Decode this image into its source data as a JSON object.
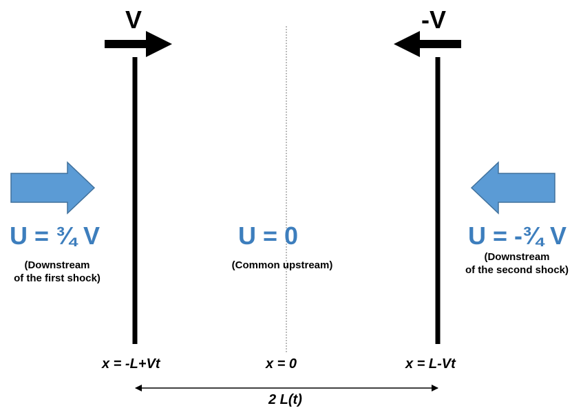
{
  "shocks": {
    "left": {
      "velocity_label": "V",
      "position_label": "x = -L+Vt"
    },
    "right": {
      "velocity_label": "-V",
      "position_label": "x = L-Vt"
    }
  },
  "center": {
    "position_label": "x = 0"
  },
  "regions": {
    "left": {
      "velocity": "U = ¾ V",
      "line1": "(Downstream",
      "line2": "of the first shock)"
    },
    "middle": {
      "velocity": "U = 0",
      "line1": "(Common upstream)"
    },
    "right": {
      "velocity": "U = -¾ V",
      "line1": "(Downstream",
      "line2": "of the second shock)"
    }
  },
  "separation_label": "2 L(t)",
  "colors": {
    "flow_arrow": "#5b9bd5",
    "flow_text": "#3d7ebd",
    "lines": "#000000"
  }
}
